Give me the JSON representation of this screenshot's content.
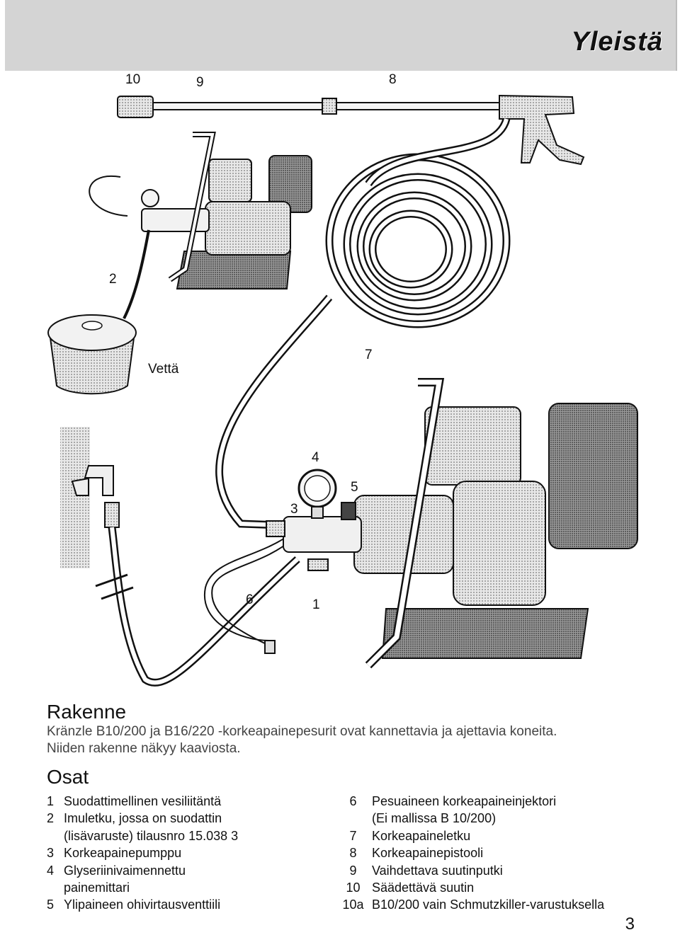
{
  "header": {
    "title": "Yleistä"
  },
  "figure": {
    "callouts": {
      "c10": "10",
      "c9": "9",
      "c8": "8",
      "c2": "2",
      "c7": "7",
      "c4": "4",
      "c5": "5",
      "c3": "3",
      "c6": "6",
      "c1": "1",
      "water": "Vettä"
    }
  },
  "rakenne": {
    "heading": "Rakenne",
    "line1": "Kränzle B10/200 ja B16/220 -korkeapainepesurit ovat kannettavia ja ajettavia koneita.",
    "line2": "Niiden rakenne näkyy kaaviosta."
  },
  "osat": {
    "heading": "Osat",
    "left": [
      {
        "num": "1",
        "text": "Suodattimellinen vesiliitäntä"
      },
      {
        "num": "2",
        "text": "Imuletku, jossa on suodattin"
      },
      {
        "num": "",
        "text": "(lisävaruste) tilausnro 15.038 3"
      },
      {
        "num": "3",
        "text": "Korkeapainepumppu"
      },
      {
        "num": "4",
        "text": "Glyseriinivaimennettu"
      },
      {
        "num": "",
        "text": "painemittari"
      },
      {
        "num": "5",
        "text": "Ylipaineen ohivirtausventtiili"
      }
    ],
    "right": [
      {
        "num": "6",
        "text": "Pesuaineen korkeapaineinjektori"
      },
      {
        "num": "",
        "text": "(Ei mallissa B 10/200)"
      },
      {
        "num": "7",
        "text": "Korkeapaineletku"
      },
      {
        "num": "8",
        "text": "Korkeapainepistooli"
      },
      {
        "num": "9",
        "text": "Vaihdettava suutinputki"
      },
      {
        "num": "10",
        "text": "Säädettävä suutin"
      },
      {
        "num": "10a",
        "text": "B10/200 vain Schmutzkiller-varustuksella"
      }
    ]
  },
  "footer": {
    "page_number": "3"
  }
}
